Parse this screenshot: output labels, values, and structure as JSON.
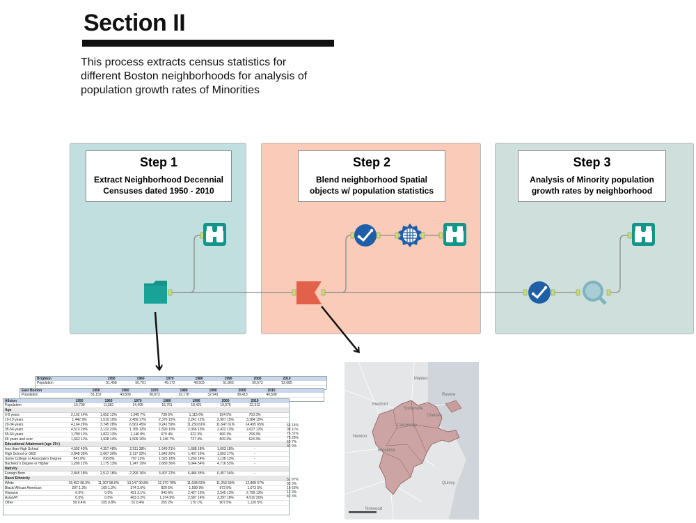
{
  "header": {
    "title": "Section II",
    "description_lines": [
      "This process extracts census statistics for",
      "different Boston neighborhoods for analysis of",
      "population growth rates of Minorities"
    ]
  },
  "steps": [
    {
      "heading": "Step 1",
      "line1": "Extract Neighborhood Decennial",
      "line2": "Censuses dated 1950 - 2010"
    },
    {
      "heading": "Step 2",
      "line1": "Blend neighborhood Spatial",
      "line2": "objects w/ population statistics"
    },
    {
      "heading": "Step 3",
      "line1": "Analysis of Minority population",
      "line2": "growth rates by neighborhood"
    }
  ],
  "tools": {
    "browse": "binoculars-icon",
    "input": "folder-icon",
    "spatial": "spatial-object-icon",
    "join": "join-icon",
    "grid": "grid-globe-icon",
    "search": "magnifier-icon"
  },
  "colors": {
    "panel1": "#c2dfe0",
    "panel2": "#f9cbb8",
    "panel3": "#cfdfdc",
    "teal_tool": "#15958a",
    "blue_tool": "#1f5fa8",
    "red_tool": "#e2614a",
    "map_fill": "#c99c9c"
  },
  "census_tables": {
    "brighton": {
      "name": "Brighton",
      "years": [
        "1950",
        "1960",
        "1970",
        "1980",
        "1990",
        "2000",
        "2010"
      ],
      "population_label": "Population",
      "population": [
        "51,458",
        "50,701",
        "49,172",
        "49,503",
        "51,863",
        "50,573",
        "52,685"
      ]
    },
    "east_boston": {
      "name": "East Boston",
      "years": [
        "1950",
        "1960",
        "1970",
        "1980",
        "1990",
        "2000",
        "2010"
      ],
      "population_label": "Population",
      "population": [
        "51,152",
        "43,809",
        "38,873",
        "32,178",
        "32,941",
        "38,413",
        "40,508"
      ]
    },
    "allston": {
      "name": "Allston",
      "years": [
        "1950",
        "1960",
        "1970",
        "1980",
        "1990",
        "2000",
        "2010"
      ],
      "rows": [
        {
          "label": "Population",
          "v": [
            "15,739",
            "11,581",
            "14,495",
            "15,761",
            "18,421",
            "19,075",
            "22,312"
          ]
        },
        {
          "section": "Age"
        },
        {
          "label": "0-9 years",
          "v": [
            "2,162 14%",
            "1,652 12%",
            "1,045 7%",
            "738 5%",
            "1,115 6%",
            "924 5%",
            "763 3%"
          ]
        },
        {
          "label": "10-19 years",
          "v": [
            "1,442 9%",
            "1,510 10%",
            "2,459 17%",
            "2,376 15%",
            "2,241 12%",
            "2,907 15%",
            "3,384 15%"
          ]
        },
        {
          "label": "20-34 years",
          "v": [
            "4,164 26%",
            "3,745 28%",
            "6,561 45%",
            "9,241 59%",
            "11,250 61%",
            "11,647 61%",
            "14,455 65%"
          ]
        },
        {
          "label": "35-54 years",
          "v": [
            "4,513 29%",
            "3,122 23%",
            "1,765 12%",
            "1,590 10%",
            "2,366 13%",
            "2,422 13%",
            "2,627 12%"
          ]
        },
        {
          "label": "55-64 years",
          "v": [
            "1,780 11%",
            "1,822 13%",
            "1,146 8%",
            "670 4%",
            "622 3%",
            "566 3%",
            "768 3%"
          ]
        },
        {
          "label": "65 years and over",
          "v": [
            "1,662 11%",
            "1,928 14%",
            "1,509 10%",
            "1,146 7%",
            "727 4%",
            "609 3%",
            "624 3%"
          ]
        },
        {
          "section": "Educational Attainment (age 25+)"
        },
        {
          "label": "less than High School",
          "v": [
            "4,592 43%",
            "4,357 48%",
            "2,511 38%",
            "1,540 21%",
            "1,688 18%",
            "1,603 18%",
            "-"
          ]
        },
        {
          "label": "High School or GED",
          "v": [
            "3,848 36%",
            "2,667 30%",
            "2,117 32%",
            "1,942 26%",
            "1,407 15%",
            "1,503 17%",
            "-"
          ]
        },
        {
          "label": "Some College or Associate's Degree",
          "v": [
            "841 8%",
            "708 8%",
            "797 12%",
            "1,325 18%",
            "1,260 14%",
            "1,138 13%",
            "-"
          ]
        },
        {
          "label": "Bachelor's Degree or Higher",
          "v": [
            "1,289 12%",
            "1,175 13%",
            "1,247 19%",
            "2,680 36%",
            "5,044 54%",
            "4,716 53%",
            "-"
          ]
        },
        {
          "section": "Nativity"
        },
        {
          "label": "Foreign Born",
          "v": [
            "2,845 18%",
            "2,512 18%",
            "2,299 16%",
            "3,407 22%",
            "6,484 35%",
            "6,457 34%",
            "-"
          ]
        },
        {
          "section": "Race/ Ethnicity"
        },
        {
          "label": "White",
          "v": [
            "15,452 98.3%",
            "11,307 98.0%",
            "13,147 90.8%",
            "12,370 78%",
            "11,638 63%",
            "11,253 59%",
            "12,808 57%"
          ]
        },
        {
          "label": "Black/ African American",
          "v": [
            "207 1.3%",
            "169 1.2%",
            "374 2.6%",
            "820 5%",
            "1,599 9%",
            "973 5%",
            "1,073 5%"
          ]
        },
        {
          "label": "Hispanic",
          "v": [
            "0.0%",
            "0.0%",
            "451 3.1%",
            "942 6%",
            "2,427 13%",
            "2,545 13%",
            "2,799 13%"
          ]
        },
        {
          "label": "Asian/PI",
          "v": [
            "0.0%",
            "0.0%",
            "463 3.2%",
            "1,374 9%",
            "2,587 14%",
            "3,397 18%",
            "4,510 20%"
          ]
        },
        {
          "label": "Other",
          "v": [
            "59 0.4%",
            "105 0.8%",
            "51 0.4%",
            "255 2%",
            "170 1%",
            "907 5%",
            "1,120 5%"
          ]
        }
      ]
    },
    "side_fragments": [
      "64 14%",
      "08 11%",
      "76 31%",
      "78 28%",
      "60 7%",
      "32 9%",
      "",
      "",
      "",
      "",
      "",
      "",
      "",
      "51 87%",
      "83 3%",
      "19 53%",
      "12 3%",
      "42 3%"
    ]
  },
  "map": {
    "labels": [
      "Medford",
      "Malden",
      "Revere",
      "Somerville",
      "Chelsea",
      "Cambridge",
      "Newton",
      "Brookline",
      "Quincy",
      "Norwood"
    ]
  }
}
